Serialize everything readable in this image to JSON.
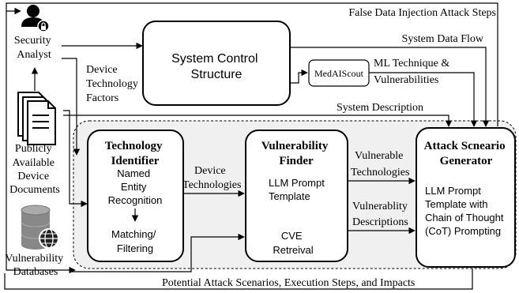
{
  "actors": {
    "security_analyst": [
      "Security",
      "Analyst"
    ],
    "publicly_available_device_documents": [
      "Publicly",
      "Available",
      "Device",
      "Documents"
    ],
    "vulnerability_databases": [
      "Vulnerability",
      "Databases"
    ]
  },
  "nodes": {
    "system_control_structure": [
      "System Control",
      "Structure"
    ],
    "medaiscout": "MedAIScout",
    "technology_identifier": {
      "title": [
        "Technology",
        "Identifier"
      ],
      "step1": [
        "Named",
        "Entity",
        "Recognition"
      ],
      "step2": [
        "Matching/",
        "Filtering"
      ]
    },
    "vulnerability_finder": {
      "title": [
        "Vulnerability",
        "Finder"
      ],
      "step1": [
        "LLM Prompt",
        "Template"
      ],
      "step2": [
        "CVE",
        "Retreival"
      ]
    },
    "attack_scenario_generator": {
      "title": [
        "Attack Scneario",
        "Generator"
      ],
      "body": [
        "LLM Prompt",
        "Template with",
        "Chain of Thought",
        "(CoT) Prompting"
      ]
    }
  },
  "edges": {
    "false_data_injection": "False Data Injection Attack Steps",
    "system_data_flow": "System Data Flow",
    "device_technology_factors": [
      "Device",
      "Technology",
      "Factors"
    ],
    "ml_technique": [
      "ML Technique &",
      "Vulnerabilities"
    ],
    "system_description": "System Description",
    "device_technologies": [
      "Device",
      "Technologies"
    ],
    "vulnerable_technologies": [
      "Vulnerable",
      "Technologies"
    ],
    "vulnerability_descriptions": [
      "Vulnerablity",
      "Descriptions"
    ],
    "potential_attack_scenarios": "Potential Attack Scenarios, Execution Steps, and Impacts"
  }
}
